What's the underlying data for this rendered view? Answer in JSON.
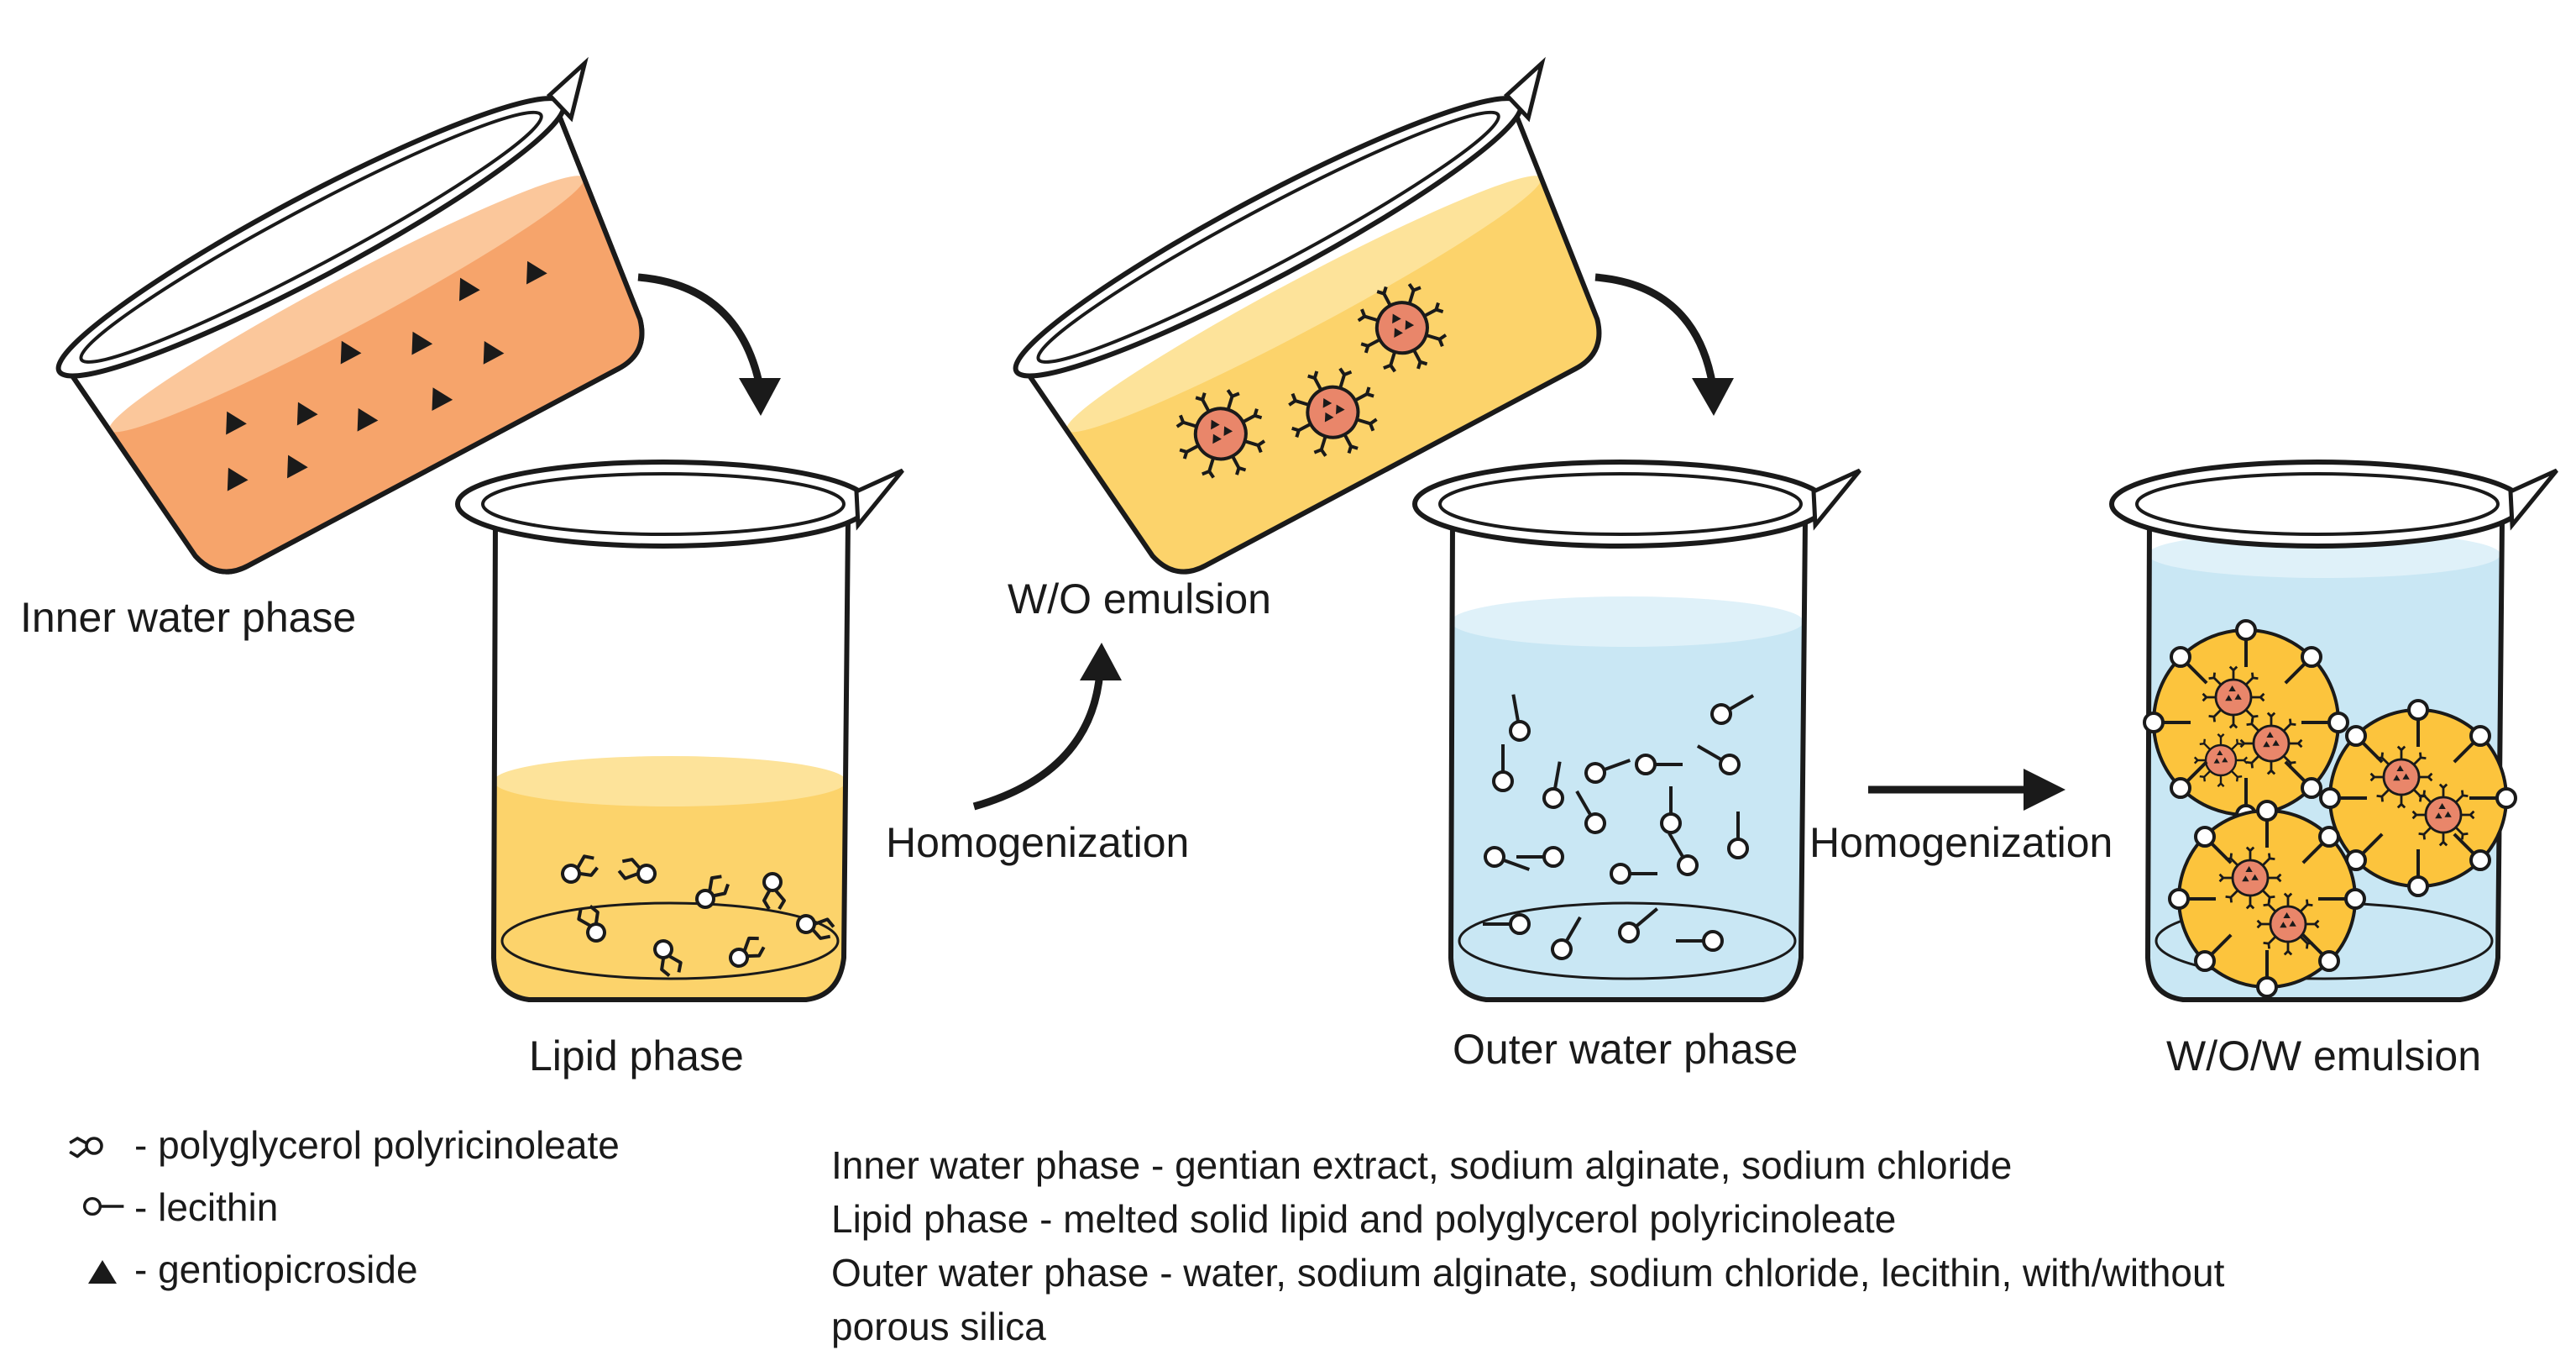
{
  "labels": {
    "inner_water_phase": "Inner water phase",
    "lipid_phase": "Lipid phase",
    "wo_emulsion": "W/O emulsion",
    "homogenization_1": "Homogenization",
    "outer_water_phase": "Outer water phase",
    "homogenization_2": "Homogenization",
    "wow_emulsion": "W/O/W emulsion"
  },
  "legend": [
    {
      "symbol": "polyglycerol-polyricinoleate-icon",
      "text": "- polyglycerol polyricinoleate"
    },
    {
      "symbol": "lecithin-icon",
      "text": "- lecithin"
    },
    {
      "symbol": "gentiopicroside-icon",
      "text": "- gentiopicroside"
    }
  ],
  "descriptions": [
    "Inner water phase - gentian extract, sodium alginate, sodium chloride",
    "Lipid phase - melted solid lipid and polyglycerol polyricinoleate",
    "Outer water phase - water, sodium alginate, sodium chloride, lecithin, with/without",
    "porous silica"
  ],
  "colors": {
    "inner_water": "#f6a46b",
    "lipid": "#fcd36b",
    "outer_water": "#c9e7f4",
    "droplet_core": "#e9866a",
    "outline": "#1a1a1a"
  }
}
